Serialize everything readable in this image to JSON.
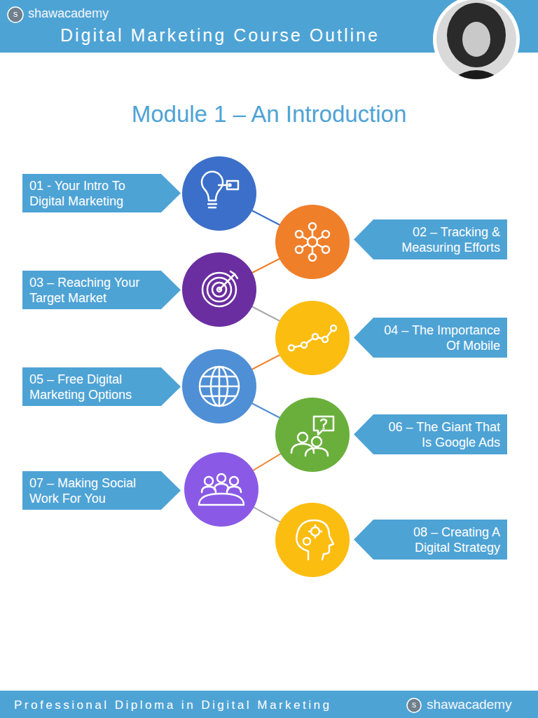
{
  "diagram": {
    "title": "Digital Marketing Course Outline",
    "nodes": [
      {
        "text": [
          "01 - Your Intro To Digital Marketing"
        ]
      },
      {
        "text": [
          "02 – Tracking & Measuring Efforts"
        ]
      },
      {
        "text": [
          "03 – Reaching Your Target Market"
        ]
      },
      {
        "text": [
          "04 – The Importance Of Mobile"
        ]
      },
      {
        "text": [
          "05 – Free Digital Marketing Options"
        ]
      },
      {
        "text": [
          "06 – The Giant That Is Google Ads"
        ]
      },
      {
        "text": [
          "07 – Making Social Work For You"
        ]
      },
      {
        "text": [
          "08 – Creating A Digital Strategy"
        ]
      }
    ],
    "labels": [
      "s",
      "shawacademy",
      "Module 1 – An Introduction",
      "Professional Diploma in Digital Marketing",
      "s",
      "shawacademy"
    ]
  }
}
